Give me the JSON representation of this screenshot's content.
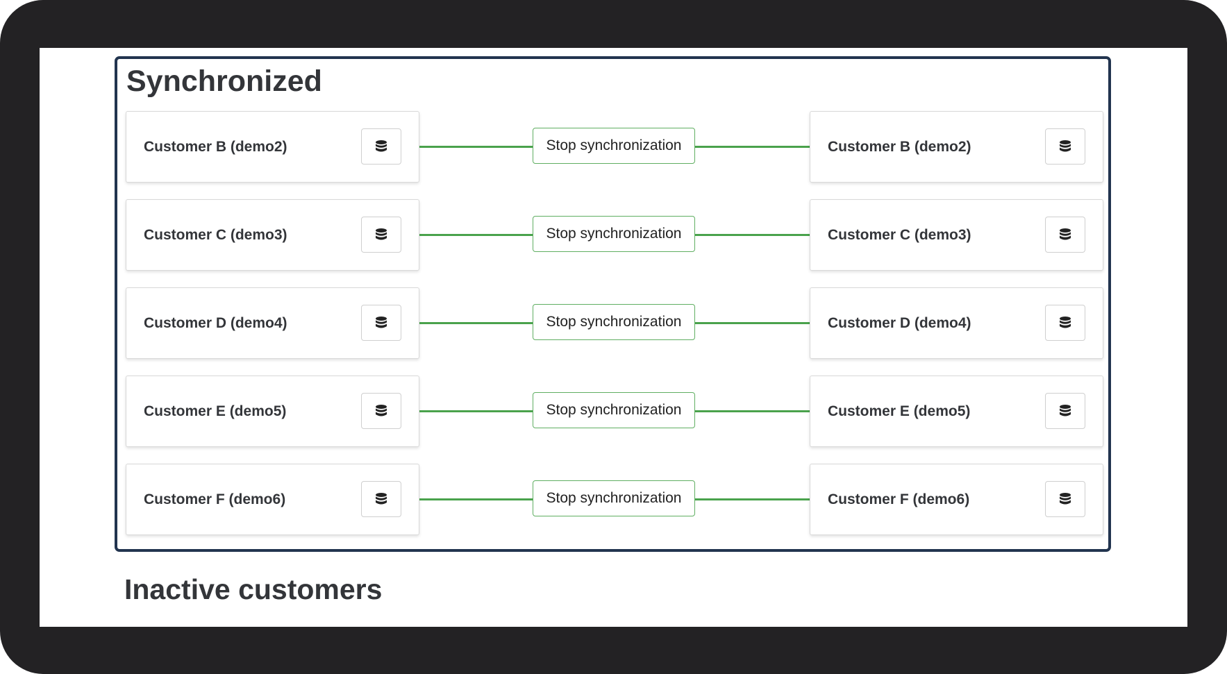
{
  "colors": {
    "frame": "#232224",
    "panel_border": "#22344f",
    "connector_line": "#4aa24c",
    "stop_button_border": "#5fae61",
    "text": "#333539"
  },
  "synchronized": {
    "title": "Synchronized",
    "rows": [
      {
        "left": {
          "label": "Customer B (demo2)",
          "icon": "database-icon"
        },
        "action": {
          "label": "Stop synchronization"
        },
        "right": {
          "label": "Customer B (demo2)",
          "icon": "database-icon"
        }
      },
      {
        "left": {
          "label": "Customer C (demo3)",
          "icon": "database-icon"
        },
        "action": {
          "label": "Stop synchronization"
        },
        "right": {
          "label": "Customer C (demo3)",
          "icon": "database-icon"
        }
      },
      {
        "left": {
          "label": "Customer D (demo4)",
          "icon": "database-icon"
        },
        "action": {
          "label": "Stop synchronization"
        },
        "right": {
          "label": "Customer D (demo4)",
          "icon": "database-icon"
        }
      },
      {
        "left": {
          "label": "Customer E (demo5)",
          "icon": "database-icon"
        },
        "action": {
          "label": "Stop synchronization"
        },
        "right": {
          "label": "Customer E (demo5)",
          "icon": "database-icon"
        }
      },
      {
        "left": {
          "label": "Customer F (demo6)",
          "icon": "database-icon"
        },
        "action": {
          "label": "Stop synchronization"
        },
        "right": {
          "label": "Customer F (demo6)",
          "icon": "database-icon"
        }
      }
    ]
  },
  "inactive": {
    "title": "Inactive customers"
  }
}
